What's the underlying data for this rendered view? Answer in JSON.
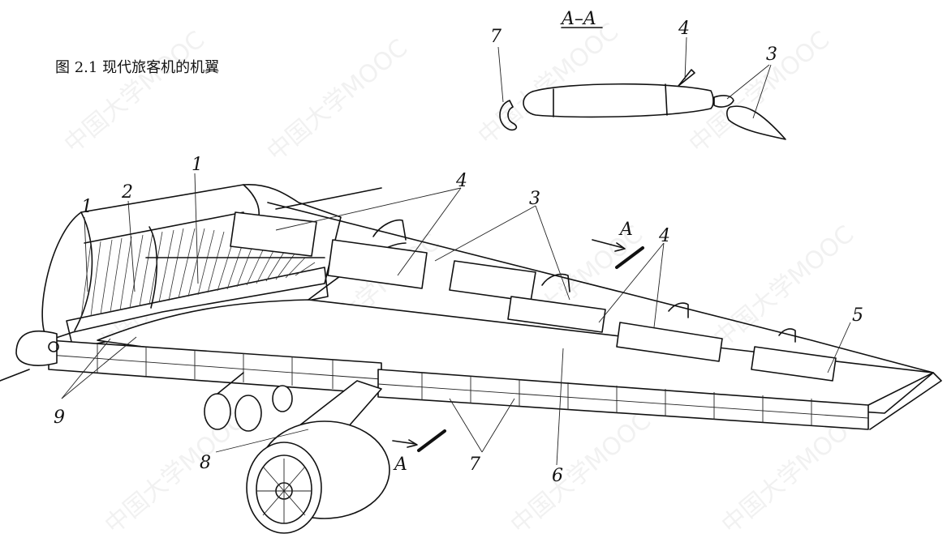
{
  "caption": "图 2.1   现代旅客机的机翼",
  "section_title": "A–A",
  "section_mark": "A",
  "watermark": "中国大学MOOC",
  "labels": {
    "l1a": "1",
    "l2": "2",
    "l1b": "1",
    "l4_top": "4",
    "l3_top": "3",
    "l4_right": "4",
    "l5": "5",
    "l6": "6",
    "l7": "7",
    "l8": "8",
    "l9": "9",
    "sec_l7": "7",
    "sec_l4": "4",
    "sec_l3": "3",
    "sec_a_upper": "A",
    "sec_a_lower": "A"
  }
}
